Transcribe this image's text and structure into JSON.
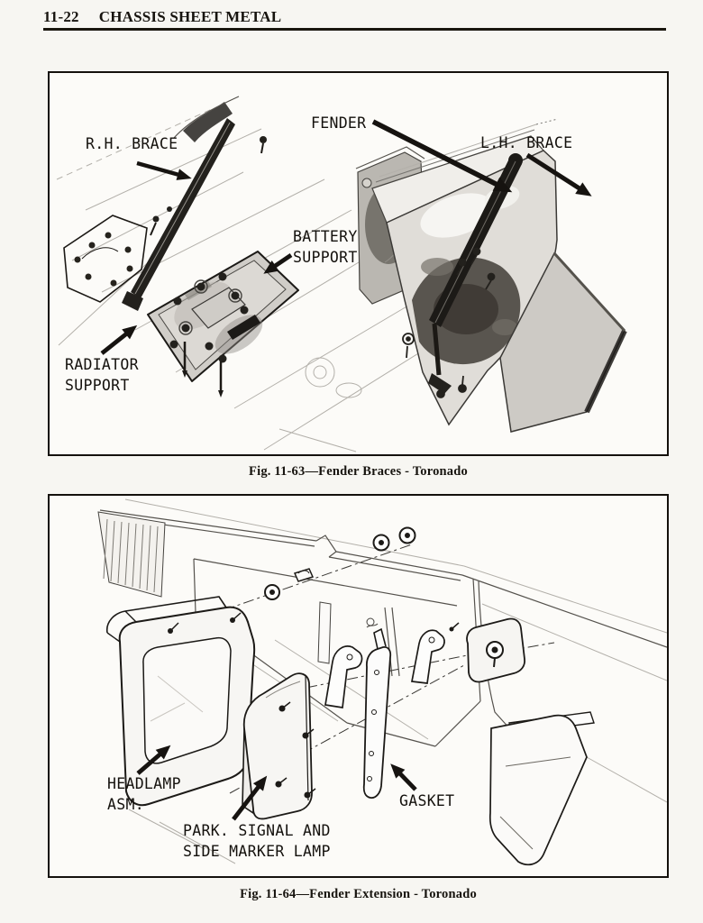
{
  "header": {
    "page_number": "11-22",
    "title": "CHASSIS SHEET METAL"
  },
  "figure1": {
    "caption": "Fig. 11-63—Fender Braces - Toronado",
    "labels": {
      "rh_brace": "R.H. BRACE",
      "fender": "FENDER",
      "lh_brace": "L.H. BRACE",
      "battery_support": "BATTERY\nSUPPORT",
      "radiator_support": "RADIATOR\nSUPPORT"
    }
  },
  "figure2": {
    "caption": "Fig. 11-64—Fender Extension - Toronado",
    "labels": {
      "headlamp": "HEADLAMP\nASM.",
      "park_lamp": "PARK. SIGNAL AND\nSIDE MARKER LAMP",
      "gasket": "GASKET"
    }
  },
  "colors": {
    "ink": "#17140f",
    "paper": "#f7f6f2",
    "figure_bg": "#fcfbf8"
  }
}
